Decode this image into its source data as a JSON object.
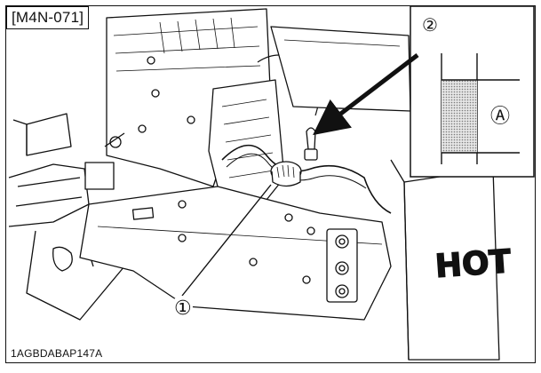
{
  "figure": {
    "tag": "[M4N-071]",
    "code": "1AGBDABAP147A",
    "callouts": [
      {
        "id": "1",
        "text": "①"
      },
      {
        "id": "2",
        "text": "②"
      }
    ],
    "inset_label": "Ⓐ",
    "warning_text": "HOT",
    "colors": {
      "line": "#111111",
      "shade": "#c9c9c9",
      "background": "#ffffff"
    }
  }
}
